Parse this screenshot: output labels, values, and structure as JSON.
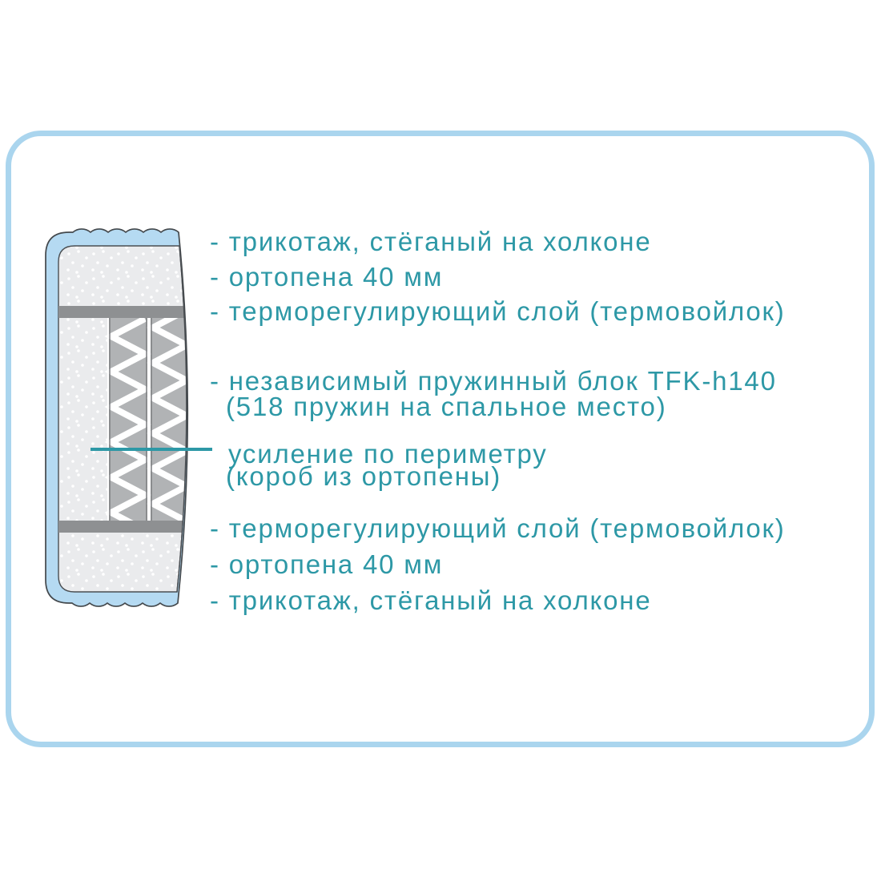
{
  "colors": {
    "accent_teal": "#2d98a6",
    "frame_blue": "#aad5ee",
    "cover_blue": "#b5daf2",
    "foam_gray": "#eaebed",
    "bar_gray": "#8e9092",
    "spring_gray": "#b1b3b5",
    "outline_dark": "#43484c"
  },
  "labels": [
    "- трикотаж, стёганый на холконе",
    "- ортопена 40 мм",
    "- терморегулирующий слой (термовойлок)",
    "- независимый пружинный блок TFK-h140",
    "(518 пружин на спальное место)",
    "усиление по периметру",
    "(короб из ортопены)",
    "- терморегулирующий слой (термовойлок)",
    "- ортопена 40 мм",
    "- трикотаж, стёганый на холконе"
  ]
}
